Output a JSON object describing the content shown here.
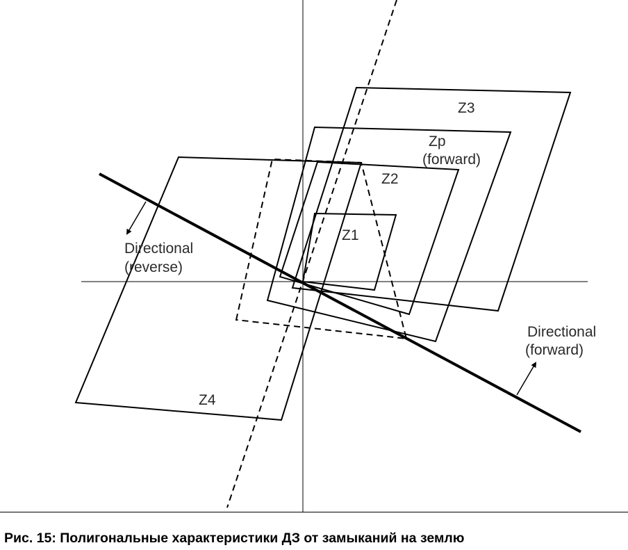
{
  "diagram": {
    "zones": {
      "z1": "Z1",
      "z2": "Z2",
      "z3": "Z3",
      "zp": {
        "line1": "Zp",
        "line2": "(forward)"
      },
      "z4": "Z4"
    },
    "directional_reverse": {
      "line1": "Directional",
      "line2": "(reverse)"
    },
    "directional_forward": {
      "line1": "Directional",
      "line2": "(forward)"
    }
  },
  "caption": "Рис. 15: Полигональные характеристики ДЗ от замыканий на землю"
}
